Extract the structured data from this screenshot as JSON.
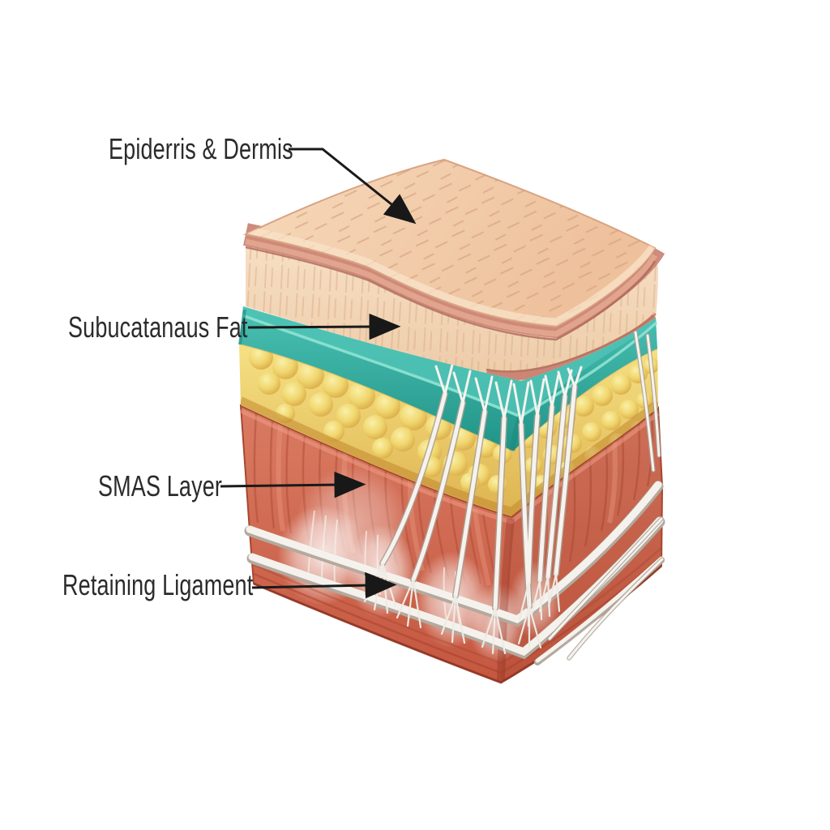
{
  "figure": {
    "type": "anatomical-cross-section",
    "subject": "Facial skin and soft tissue layers (SMAS anatomy)",
    "background_color": "#ffffff"
  },
  "labels": [
    {
      "id": "epidermis-dermis",
      "text": "Epiderris & Dermis"
    },
    {
      "id": "subcutaneous-fat",
      "text": "Subucatanaus Fat"
    },
    {
      "id": "smas-layer",
      "text": "SMAS Layer"
    },
    {
      "id": "retaining-ligament",
      "text": "Retaining Ligament"
    }
  ],
  "layers": [
    {
      "name": "epidermis-dermis-block",
      "color": "#f0c8a6",
      "stripe_color": "#cc8576"
    },
    {
      "name": "membrane-layer",
      "color": "#2fae9f",
      "rim_color": "#8ce0d1"
    },
    {
      "name": "subcutaneous-fat-layer",
      "color": "#eecc61"
    },
    {
      "name": "smas-muscle-layer",
      "color": "#d06c55",
      "striation_color": "#ad4c37"
    },
    {
      "name": "retaining-ligament-fibers",
      "color": "#f5f2ee"
    },
    {
      "name": "bottom-fascia-bands",
      "color": "#f5f2ed"
    }
  ],
  "annotation_style": {
    "text_color": "#2b2b2b",
    "arrow_color": "#1a1a1a"
  }
}
